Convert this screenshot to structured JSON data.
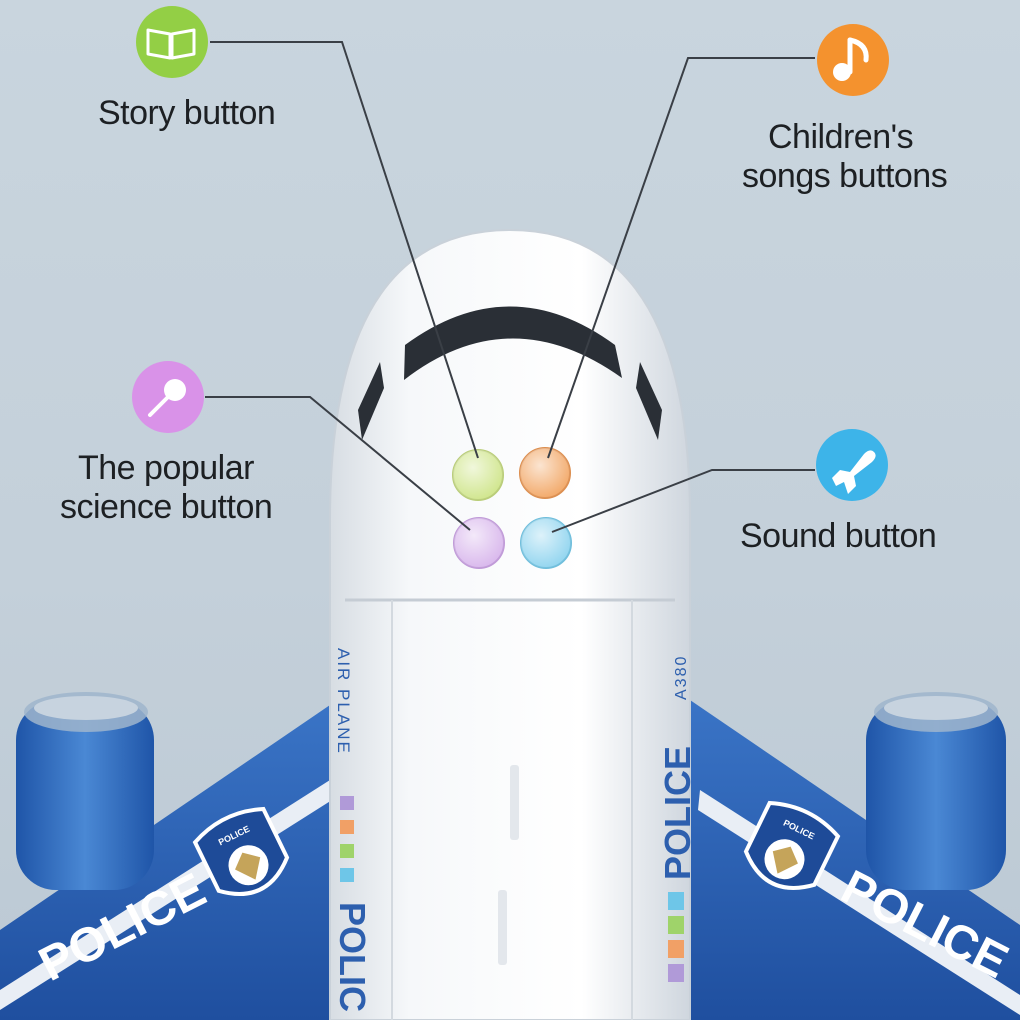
{
  "callouts": {
    "story": {
      "label": "Story button",
      "icon": "book-icon",
      "color": "#93cf45"
    },
    "songs": {
      "line1": "Children's",
      "line2": "songs buttons",
      "icon": "music-note-icon",
      "color": "#f4922e"
    },
    "science": {
      "line1": "The popular",
      "line2": "science button",
      "icon": "magnifier-icon",
      "color": "#d992e8"
    },
    "sound": {
      "label": "Sound button",
      "icon": "airplane-icon",
      "color": "#3db4e9"
    }
  },
  "plane": {
    "side_text": "AIR PLANE",
    "side_model": "A380",
    "police_left": "POLICE",
    "police_right": "POLICE",
    "badge_text": "POLICE",
    "fuselage_police_left": "POLIC",
    "fuselage_police_right": "POLICE",
    "colors": {
      "body": "#f4f6f8",
      "wing": "#2c63b5",
      "engine": "#3a78c8",
      "btn_green": "#cfe58a",
      "btn_orange": "#f2a766",
      "btn_purple": "#d8b6ec",
      "btn_blue": "#8fd4ef"
    }
  }
}
